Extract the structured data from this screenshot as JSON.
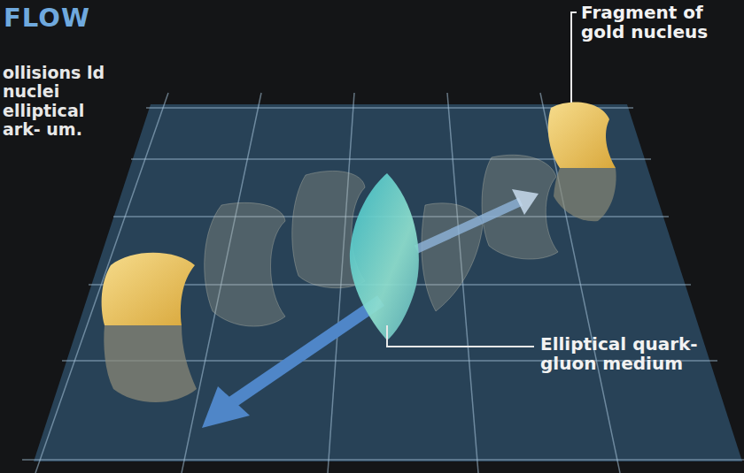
{
  "diagram": {
    "title": "FLOW",
    "caption": "ollisions ld nuclei elliptical ark- um.",
    "labels": [
      "Fragment of gold nucleus",
      "Elliptical quark-gluon medium"
    ]
  }
}
